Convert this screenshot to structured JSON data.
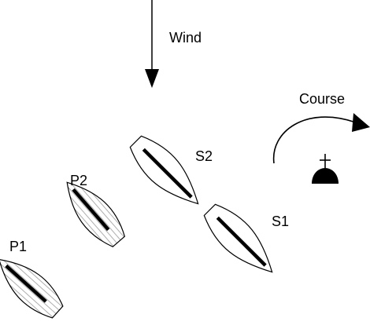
{
  "labels": {
    "wind": "Wind",
    "course": "Course",
    "p1": "P1",
    "p2": "P2",
    "s1": "S1",
    "s2": "S2"
  },
  "colors": {
    "ink": "#000000",
    "hatch": "#9a9a9a",
    "fill": "#ffffff"
  },
  "icons": {
    "wind_arrow": "arrow-down-icon",
    "course_arrow": "curved-arrow-icon",
    "mark": "church-mark-icon"
  }
}
